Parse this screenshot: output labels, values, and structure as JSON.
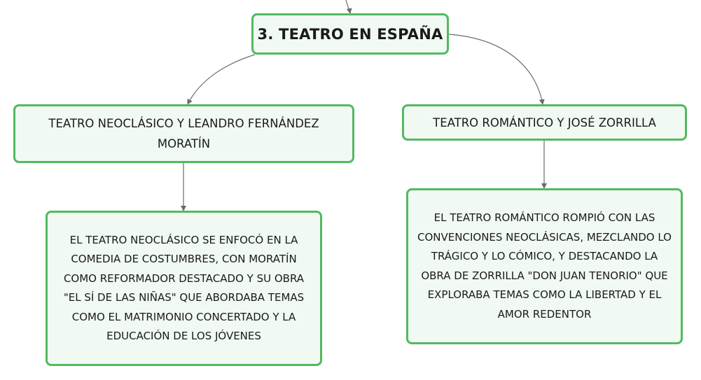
{
  "colors": {
    "node_border": "#53b960",
    "node_fill": "#f1f9f3",
    "connector": "#6b6b6b"
  },
  "root": {
    "label": "3. TEATRO EN ESPAÑA"
  },
  "branches": [
    {
      "label": "TEATRO NEOCLÁSICO Y LEANDRO FERNÁNDEZ MORATÍN",
      "detail": "EL TEATRO NEOCLÁSICO SE ENFOCÓ EN LA COMEDIA DE COSTUMBRES, CON MORATÍN COMO REFORMADOR DESTACADO Y SU OBRA \"EL SÍ DE LAS NIÑAS\" QUE ABORDABA TEMAS COMO EL MATRIMONIO CONCERTADO Y LA EDUCACIÓN DE LOS JÓVENES"
    },
    {
      "label": "TEATRO ROMÁNTICO Y JOSÉ ZORRILLA",
      "detail": "EL TEATRO ROMÁNTICO ROMPIÓ CON LAS CONVENCIONES NEOCLÁSICAS, MEZCLANDO LO TRÁGICO Y LO CÓMICO, Y DESTACANDO LA OBRA DE ZORRILLA \"DON JUAN TENORIO\" QUE EXPLORABA TEMAS COMO LA LIBERTAD Y EL AMOR REDENTOR"
    }
  ]
}
